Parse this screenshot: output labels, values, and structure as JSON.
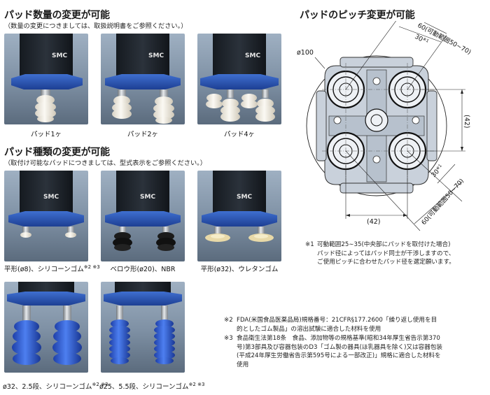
{
  "sections": {
    "pad_count": {
      "title": "パッド数量の変更が可能",
      "note": "（数量の変更につきましては、取扱説明書をご参照ください。）",
      "captions": [
        "パッド1ヶ",
        "パッド2ヶ",
        "パッド4ヶ"
      ]
    },
    "pad_type": {
      "title": "パッド種類の変更が可能",
      "note": "（取付け可能なパッドにつきましては、型式表示をご参照ください。）",
      "captions": [
        "平形(ø8)、シリコーンゴム",
        "ベロウ形(ø20)、NBR",
        "平形(ø32)、ウレタンゴム",
        "ø32、2.5段、シリコーンゴム",
        "ø25、5.5段、シリコーンゴム"
      ],
      "caption_marks": "※2 ※3"
    },
    "pitch": {
      "title": "パッドのピッチ変更が可能",
      "dims": {
        "dia": "ø100",
        "range_top": "60(可動範囲50∼70)",
        "d30_top": "30",
        "d42_right": "(42)",
        "d30_bottom": "30",
        "range_bottom": "60(可動範囲50∼70)",
        "d42_bottom": "(42)",
        "mark1": "※1"
      }
    }
  },
  "brand": "SMC",
  "footnotes": {
    "n1": {
      "mark": "※1",
      "lines": [
        "可動範囲25∼35(中央部にパッドを取付けた場合)",
        "パッド径によってはパッド同士が干渉しますので、",
        "ご使用ピッチに合わせたパッド径を選定願います。"
      ]
    },
    "n2": {
      "mark": "※2",
      "lines": [
        "FDA(米国食品医薬品局)規格番号：21CFR§177.2600「繰り返し使用を目",
        "的としたゴム製品」の溶出試験に適合した材料を使用"
      ]
    },
    "n3": {
      "mark": "※3",
      "lines": [
        "食品衛生法第18条　食品、添加物等の規格基準(昭和34年厚生省告示第370",
        "号)第3部具及び容器包装のD3「ゴム製の器具(ほ乳器具を除く)又は容器包装",
        "(平成24年厚生労働省告示第595号による一部改正)」規格に適合した材料を",
        "使用"
      ]
    }
  }
}
